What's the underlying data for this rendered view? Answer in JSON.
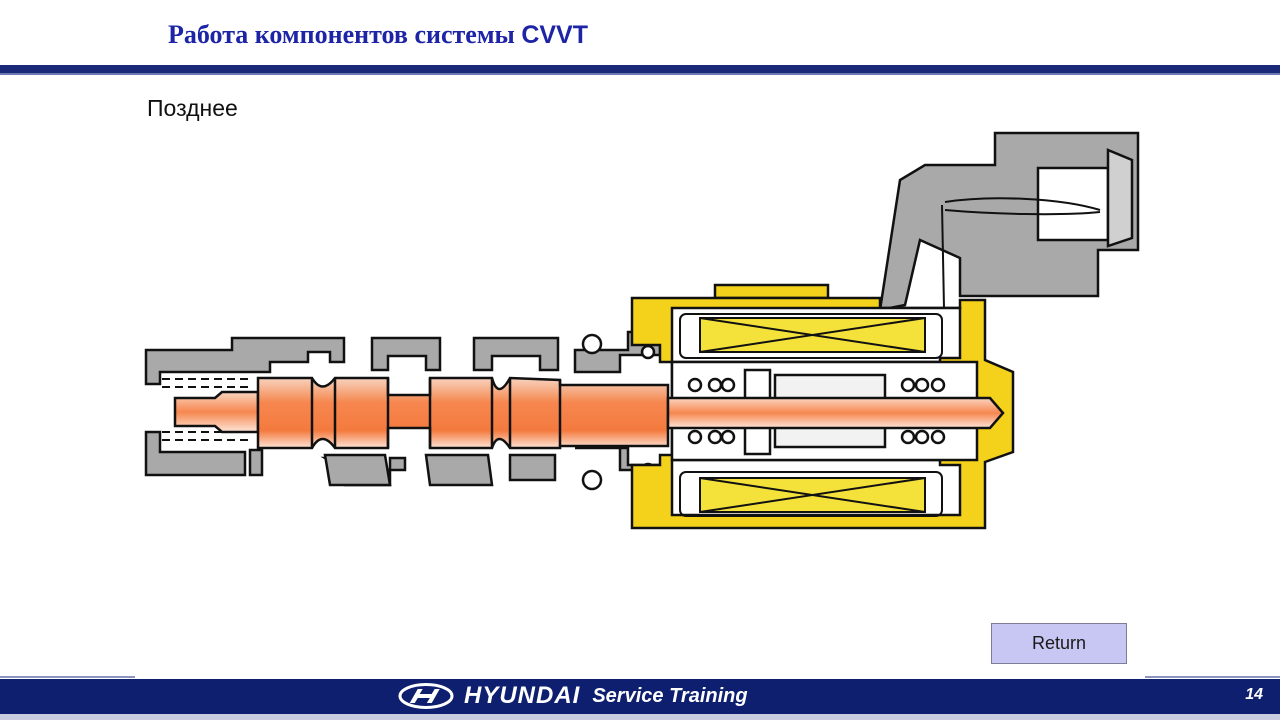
{
  "slide": {
    "title_text": "Работа компонентов системы ",
    "title_abbr": "CVVT",
    "subtitle": "Позднее",
    "return_label": "Return",
    "page_number": "14"
  },
  "footer": {
    "brand_name": "HYUNDAI",
    "brand_tagline": "Service Training"
  },
  "colors": {
    "title": "#1d24a6",
    "header_rule": "#1a2a78",
    "footer_bar": "#0d1f6e",
    "housing_gray": "#a9a9a9",
    "coil_yellow": "#f4d21c",
    "spool_orange": "#f6874f",
    "button_fill": "#c8c6f2"
  },
  "icons": [
    "hyundai-logo-icon"
  ]
}
